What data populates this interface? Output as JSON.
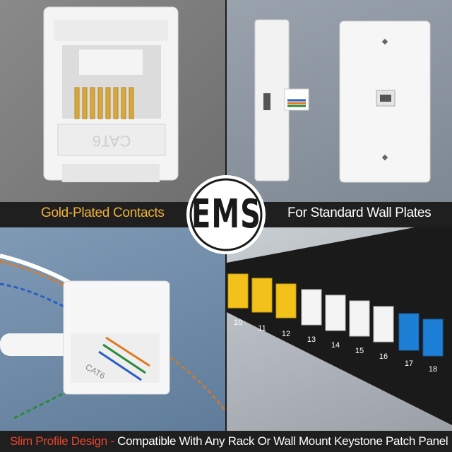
{
  "captions": {
    "top_left": "Gold-Plated Contacts",
    "top_right": "For Standard Wall Plates"
  },
  "bottom_caption": {
    "highlight": "Slim Profile Design -",
    "rest": " Compatible With Any Rack Or Wall Mount Keystone Patch Panel"
  },
  "logo": {
    "letters": [
      "E",
      "M",
      "S"
    ]
  },
  "keystone_label": "CAT6",
  "panel_labels": [
    "10",
    "11",
    "12",
    "13",
    "14",
    "15",
    "16",
    "17",
    "18"
  ],
  "colors": {
    "gold_caption": "#f0b23a",
    "red_caption": "#e8452e",
    "band": "#1f1f1f",
    "yellow_jack": "#f2c21a",
    "blue_jack": "#1e7fd6"
  }
}
